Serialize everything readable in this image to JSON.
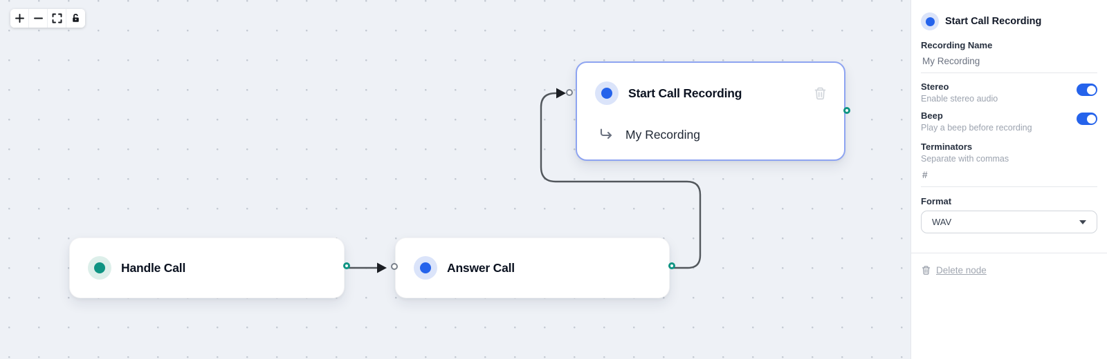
{
  "colors": {
    "canvas_bg": "#eef1f6",
    "accent_blue": "#2563eb",
    "accent_teal": "#0f9483",
    "selected_border": "#8ea4f1",
    "edge": "#52575c",
    "muted_text": "#9ca3af"
  },
  "toolbar": {
    "buttons": [
      "zoom-in",
      "zoom-out",
      "fit-view",
      "lock"
    ]
  },
  "nodes": [
    {
      "id": "handle-call",
      "title": "Handle Call",
      "accent": "teal"
    },
    {
      "id": "answer-call",
      "title": "Answer Call",
      "accent": "blue"
    },
    {
      "id": "start-call-recording",
      "title": "Start Call Recording",
      "subtitle": "My Recording",
      "accent": "blue",
      "selected": true
    }
  ],
  "panel": {
    "title": "Start Call Recording",
    "fields": {
      "recording_name": {
        "label": "Recording Name",
        "value": "My Recording"
      },
      "stereo": {
        "label": "Stereo",
        "hint": "Enable stereo audio",
        "enabled": true
      },
      "beep": {
        "label": "Beep",
        "hint": "Play a beep before recording",
        "enabled": true
      },
      "terminators": {
        "label": "Terminators",
        "hint": "Separate with commas",
        "value": "#"
      },
      "format": {
        "label": "Format",
        "value": "WAV"
      }
    },
    "delete_label": "Delete node"
  }
}
